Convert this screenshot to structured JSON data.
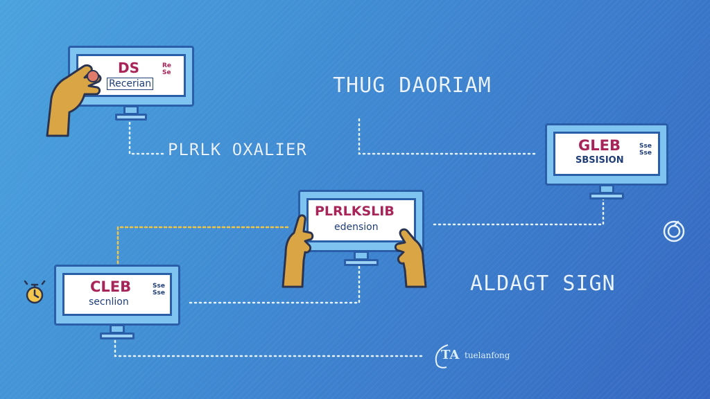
{
  "title": "THUG DAORIAM",
  "labels": {
    "top_left_connector": "PLRLK OXALIER",
    "bottom_right": "ALDAGT SIGN"
  },
  "monitors": {
    "top_left": {
      "main": "DS",
      "sub": "Recerian",
      "side": "Re\nSe"
    },
    "right": {
      "main": "GLEB",
      "sub": "SBSISION",
      "side": "Sse\nSse"
    },
    "center": {
      "main": "PLRLKSLIB",
      "sub": "edension"
    },
    "bottom_left": {
      "main": "CLEB",
      "sub": "secnlion",
      "side": "Sse\nSse"
    }
  },
  "logo": {
    "mark": "TA",
    "text": "tuelanfong"
  },
  "colors": {
    "background_start": "#4aa3dd",
    "background_end": "#3567c0",
    "monitor_frame": "#7fc3f0",
    "monitor_outline": "#2a5ea8",
    "headline_text": "#a8255a",
    "connector_white": "#e6f2ff",
    "connector_yellow": "#f2c544"
  },
  "icons": [
    "hand-holding-screen",
    "stopwatch-icon",
    "refresh-icon",
    "logo-mark"
  ]
}
